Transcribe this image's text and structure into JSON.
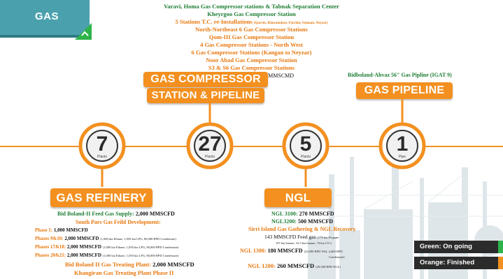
{
  "header": {
    "tab_label": "GAS"
  },
  "top_list": [
    {
      "text": "Varavi, Homa Gas Compressor stations & Tabnak Separation Center",
      "color": "green"
    },
    {
      "text": "Kheyrgoo Gas Compressor Station",
      "color": "green"
    },
    {
      "text": "5 Stations T.C. re-Installations",
      "note": "(Qazvin, Khoramdare, Parchin, Semnan, Neyzar)",
      "color": "orange"
    },
    {
      "text": "North-Northeast 6 Gas Compressor Stations",
      "color": "orange"
    },
    {
      "text": "Qom-III Gas Compressor Station",
      "color": "orange"
    },
    {
      "text": "4 Gas Compressor Stations - North West",
      "color": "orange"
    },
    {
      "text": "6 Gas Compressor Stations (Kangan to Neyzar)",
      "color": "orange"
    },
    {
      "text": "Noor Abad Gas Compressor Station",
      "color": "orange"
    },
    {
      "text": "S3 & S6 Gas Compressor Stations",
      "color": "orange"
    },
    {
      "text": "Overally more than 1,500 MMSCMD",
      "color": "black"
    }
  ],
  "compressor_title": {
    "line1": "GAS COMPRESSOR",
    "line2": "STATION & PIPELINE"
  },
  "pipeline": {
    "label": "GAS PIPELINE",
    "caption": "Bidboland-Ahvaz 56\" Gas Pipline (IGAT 9)"
  },
  "circles": [
    {
      "number": "7",
      "sub": "Plants"
    },
    {
      "number": "27",
      "sub": "Plants"
    },
    {
      "number": "5",
      "sub": "Plants"
    },
    {
      "number": "1",
      "sub": "Pipe"
    }
  ],
  "refinery": {
    "label": "GAS REFINERY",
    "feed_label": "Bid Boland-II Feed Gas Supply:",
    "feed_value": "2,000 MMSCFD",
    "south_pars": "South Pars Gas Feild Development:",
    "phases": [
      {
        "name": "Phase 1:",
        "value": "1,000 MMSCFD",
        "detail": ""
      },
      {
        "name": "Phases 9&10:",
        "value": "2,000 MMSCFD",
        "detail": "(1,000 kta Ethane, 1,050 kta LPG, 80,000 BPD Condensate)"
      },
      {
        "name": "Phases 17&18:",
        "value": "2,000 MMSCFD",
        "detail": "(1,000 kta Ethane, 1,050 kta LPG, 80,000 BPD Condensate)"
      },
      {
        "name": "Phases 20&21:",
        "value": "2,000 MMSCFD",
        "detail": "(1,000 kta Ethane, 1,050 kta LPG, 80,000 BPD Condensate)"
      }
    ],
    "bid_boland": "Bid Boland II Gas Treating Plant:",
    "bid_boland_value": "2,000 MMSCFD",
    "khangiran": "Khangiran Gas Treating Plant Phase II"
  },
  "ngl": {
    "label": "NGL",
    "ngl3100_label": "NGL 3100:",
    "ngl3100_value": "270 MMSCFD",
    "ngl3200_label": "NGL3200:",
    "ngl3200_value": "500 MMSCFD",
    "sirri": "Sirri Island Gas Gathering & NGL Recovery",
    "sirri_feed": "143 MMSCFD Feed gas",
    "sirri_note1": "(178 kta Propane",
    "sirri_note2": "107 kta butane, 16.5 kta butane, 74 kta C5+)",
    "ngl1300_label": "NGL 1300:",
    "ngl1300_value": "180 MMSCFD",
    "ngl1300_note": "(23,000 BPD NGL 4,400 BPD",
    "ngl1300_note2": "Condensate)",
    "ngl1200_label": "NGL 1200:",
    "ngl1200_value": "260 MMSCFD",
    "ngl1200_note": "(29,500 BPD NGL)"
  },
  "legend": [
    {
      "label": "Green: On going",
      "color": "#2eb34a"
    },
    {
      "label": "Orange: Finished",
      "color": "#f39020"
    }
  ]
}
